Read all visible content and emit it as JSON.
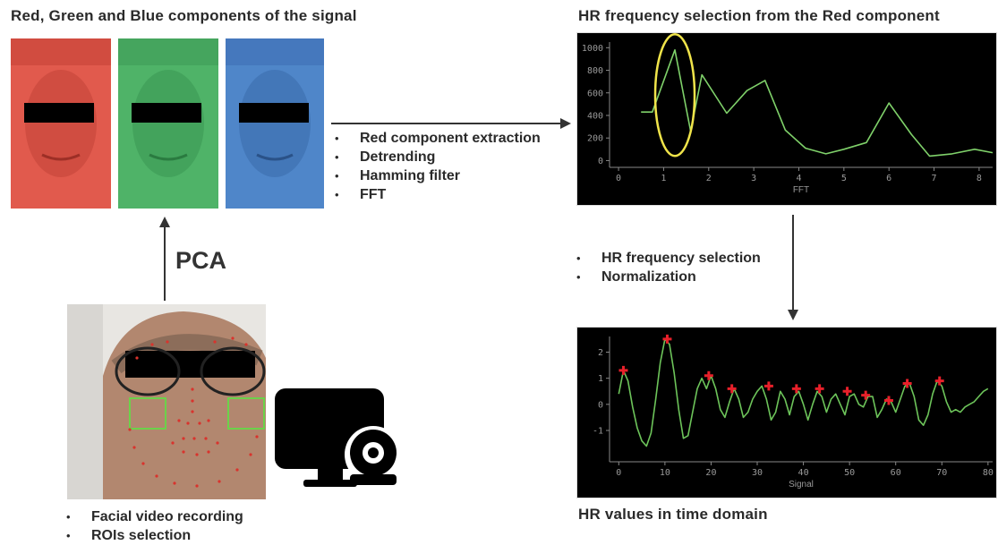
{
  "rgb_panel": {
    "title": "Red, Green and Blue components of the signal",
    "colors": [
      "#e15a4d",
      "#4fb368",
      "#4f86c9"
    ]
  },
  "pca_label": "PCA",
  "processing_steps": [
    "Red component extraction",
    "Detrending",
    "Hamming filter",
    "FFT"
  ],
  "fft_panel": {
    "title": "HR frequency selection from the Red component"
  },
  "selection_steps": [
    "HR frequency selection",
    "Normalization"
  ],
  "recording_steps": [
    "Facial video recording",
    "ROIs selection"
  ],
  "time_panel": {
    "title": "HR values in time domain"
  },
  "icons": [
    "monitor-webcam-icon"
  ],
  "chart_data": [
    {
      "type": "line",
      "xlabel": "FFT",
      "ylabel": "",
      "xlim": [
        -0.2,
        8.3
      ],
      "ylim": [
        -60,
        1050
      ],
      "x_ticks": [
        0,
        1,
        2,
        3,
        4,
        5,
        6,
        7,
        8
      ],
      "y_ticks": [
        0,
        200,
        400,
        600,
        800,
        1000
      ],
      "series": [
        {
          "color": "#7fd16a",
          "x": [
            0.5,
            0.75,
            1.25,
            1.6,
            1.85,
            2.4,
            2.85,
            3.25,
            3.7,
            4.15,
            4.6,
            5.0,
            5.5,
            6.0,
            6.5,
            6.9,
            7.4,
            7.9,
            8.3
          ],
          "y": [
            430,
            430,
            980,
            260,
            760,
            420,
            620,
            710,
            270,
            110,
            60,
            100,
            160,
            510,
            230,
            40,
            60,
            100,
            70
          ]
        }
      ],
      "highlight": {
        "type": "ellipse",
        "color": "#f0e44a",
        "x_center": 1.25,
        "y_center": 580
      }
    },
    {
      "type": "line",
      "xlabel": "Signal",
      "ylabel": "",
      "xlim": [
        -2,
        81
      ],
      "ylim": [
        -2.2,
        2.6
      ],
      "x_ticks": [
        0,
        10,
        20,
        30,
        40,
        50,
        60,
        70,
        80
      ],
      "y_ticks": [
        -1,
        0,
        1,
        2
      ],
      "series": [
        {
          "color": "#6dc45a",
          "x": [
            0,
            1,
            2,
            3,
            4,
            5,
            6,
            7,
            8,
            9,
            10,
            11,
            12,
            13,
            14,
            15,
            16,
            17,
            18,
            19,
            20,
            21,
            22,
            23,
            24,
            25,
            26,
            27,
            28,
            29,
            30,
            31,
            32,
            33,
            34,
            35,
            36,
            37,
            38,
            39,
            40,
            41,
            42,
            43,
            44,
            45,
            46,
            47,
            48,
            49,
            50,
            51,
            52,
            53,
            54,
            55,
            56,
            57,
            58,
            59,
            60,
            61,
            62,
            63,
            64,
            65,
            66,
            67,
            68,
            69,
            70,
            71,
            72,
            73,
            74,
            75,
            76,
            77,
            78,
            79,
            80
          ],
          "y": [
            0.4,
            1.3,
            0.9,
            -0.1,
            -0.9,
            -1.4,
            -1.6,
            -1.1,
            0.2,
            1.6,
            2.5,
            2.3,
            1.2,
            -0.2,
            -1.3,
            -1.2,
            -0.3,
            0.6,
            1.0,
            0.6,
            1.1,
            0.6,
            -0.2,
            -0.5,
            0.1,
            0.6,
            0.2,
            -0.5,
            -0.3,
            0.2,
            0.5,
            0.7,
            0.2,
            -0.6,
            -0.3,
            0.5,
            0.2,
            -0.4,
            0.3,
            0.5,
            0.0,
            -0.6,
            0.0,
            0.5,
            0.3,
            -0.3,
            0.2,
            0.4,
            0.0,
            -0.4,
            0.3,
            0.4,
            0.0,
            -0.1,
            0.3,
            0.3,
            -0.5,
            -0.2,
            0.2,
            0.1,
            -0.3,
            0.2,
            0.7,
            0.8,
            0.3,
            -0.6,
            -0.8,
            -0.4,
            0.4,
            0.9,
            0.7,
            0.1,
            -0.3,
            -0.2,
            -0.3,
            -0.1,
            0.0,
            0.1,
            0.3,
            0.5,
            0.6
          ]
        }
      ],
      "peaks": {
        "color": "#e8202a",
        "x": [
          1,
          10.5,
          19.5,
          24.5,
          32.5,
          38.5,
          43.5,
          49.5,
          53.5,
          58.5,
          62.5,
          69.5
        ],
        "y": [
          1.3,
          2.5,
          1.1,
          0.6,
          0.7,
          0.6,
          0.6,
          0.5,
          0.35,
          0.15,
          0.8,
          0.9
        ]
      }
    }
  ]
}
